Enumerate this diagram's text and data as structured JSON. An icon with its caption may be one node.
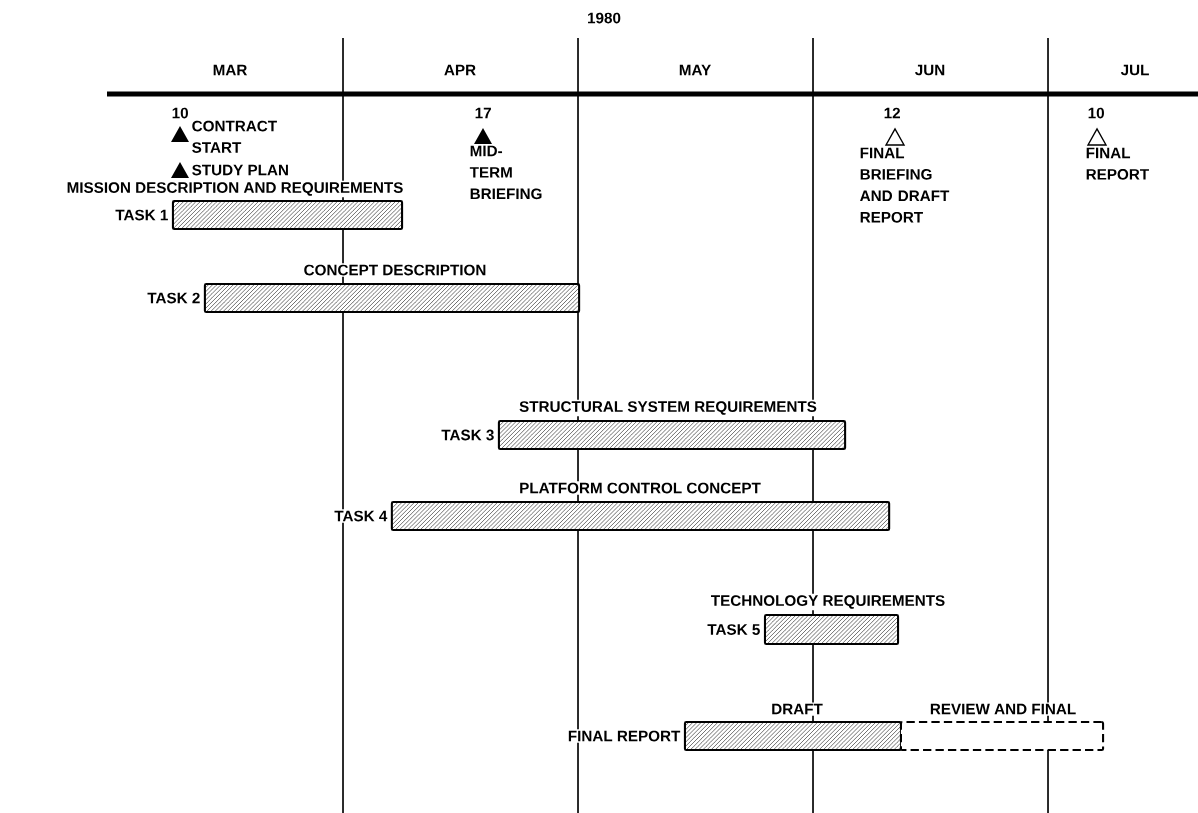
{
  "diagram": {
    "nodes": [
      {
        "text": [
          "MISSION DESCRIPTION AND REQUIREMENTS",
          "TASK 1"
        ]
      },
      {
        "text": [
          "CONCEPT DESCRIPTION",
          "TASK 2"
        ]
      },
      {
        "text": [
          "STRUCTURAL SYSTEM REQUIREMENTS",
          "TASK 3"
        ]
      },
      {
        "text": [
          "PLATFORM CONTROL CONCEPT",
          "TASK 4"
        ]
      },
      {
        "text": [
          "TECHNOLOGY REQUIREMENTS",
          "TASK 5"
        ]
      },
      {
        "text": [
          "DRAFT",
          "FINAL REPORT"
        ]
      },
      {
        "text": [
          "REVIEW AND FINAL"
        ]
      }
    ],
    "labels": [
      "1980",
      "MAR",
      "APR",
      "MAY",
      "JUN",
      "JUL",
      "10",
      "CONTRACT START",
      "STUDY PLAN",
      "17",
      "MID-TERM BRIEFING",
      "12",
      "FINAL BRIEFING AND DRAFT REPORT",
      "10",
      "FINAL REPORT"
    ]
  }
}
